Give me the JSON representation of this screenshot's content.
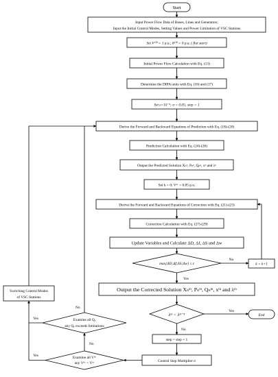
{
  "start": "Start",
  "step1": {
    "line1": "Input Power Flow Data of Buses, Lines and Generators;",
    "line2": "Input the Initial Control Modes, Setting Values and Power Limitation of VSC Stations"
  },
  "step2": {
    "text": "Set V⁽⁰⁾ = 1 p.u.;  θ⁽⁰⁾ = 0 p.u. ( flat start)"
  },
  "step3": {
    "text": "Initial Power Flow Calculation with Eq. (13)"
  },
  "step4": {
    "text": "Determine the DIPA units with Eq. (16) and (17)"
  },
  "step5": {
    "text": "Set ε=10⁻⁴; σ = 0.05; step = 1"
  },
  "step6": {
    "text": "Derive the Forward and Backward Equations of Prediction with Eq. (18)-(20)"
  },
  "step7": {
    "text": "Prediction Calculation with Eq. (24)-(26)"
  },
  "step8": {
    "text": "Output the Predicted Solution Xₙᵖ, Pₙᵖ, Qₙᵖ, xᵖ and λᵖ"
  },
  "step9": {
    "text": "Set k = 0;  Vᵈᶜ = 0.85 p.u."
  },
  "step10": {
    "text": "Derive the Forward and Backward Equations of Correction with Eq. (21)-(23)"
  },
  "step11": {
    "text": "Correction Calculation with Eq. (27)-(29)"
  },
  "step12": {
    "text": "Update Variables and Calculate ΔD, Δf, ΔS and Δw"
  },
  "decision1": {
    "text": "max{ΔD;Δf;ΔS;Δw} ≤ ε",
    "no": "No",
    "yes": "Yes"
  },
  "k_inc": {
    "text": "k = k+1"
  },
  "step13": {
    "text": "Output the Corrected Solution Xₙᵐ, Pₙᵐ, Qₙᵐ, xᵐ and λᵐ"
  },
  "decision2": {
    "text": "λᵐ < λᵐ⁻¹",
    "yes": "Yes",
    "no": "No"
  },
  "end": "End",
  "step14": {
    "text": "step = step + 1"
  },
  "step15": {
    "text": "Control Step Multiplier σ"
  },
  "decision3": {
    "line1": "Examine all Vᵈᶜ",
    "line2": "any Vᵈᶜ < Vᵈᶜ",
    "yes": "Yes",
    "no": "No"
  },
  "decision4": {
    "line1": "Examine all Qᵥ",
    "line2": "any Qᵥ exceeds limitations",
    "yes": "Yes",
    "no": "No"
  },
  "switch": {
    "line1": "Switching Control Modes",
    "line2": "of VSC Stations"
  }
}
